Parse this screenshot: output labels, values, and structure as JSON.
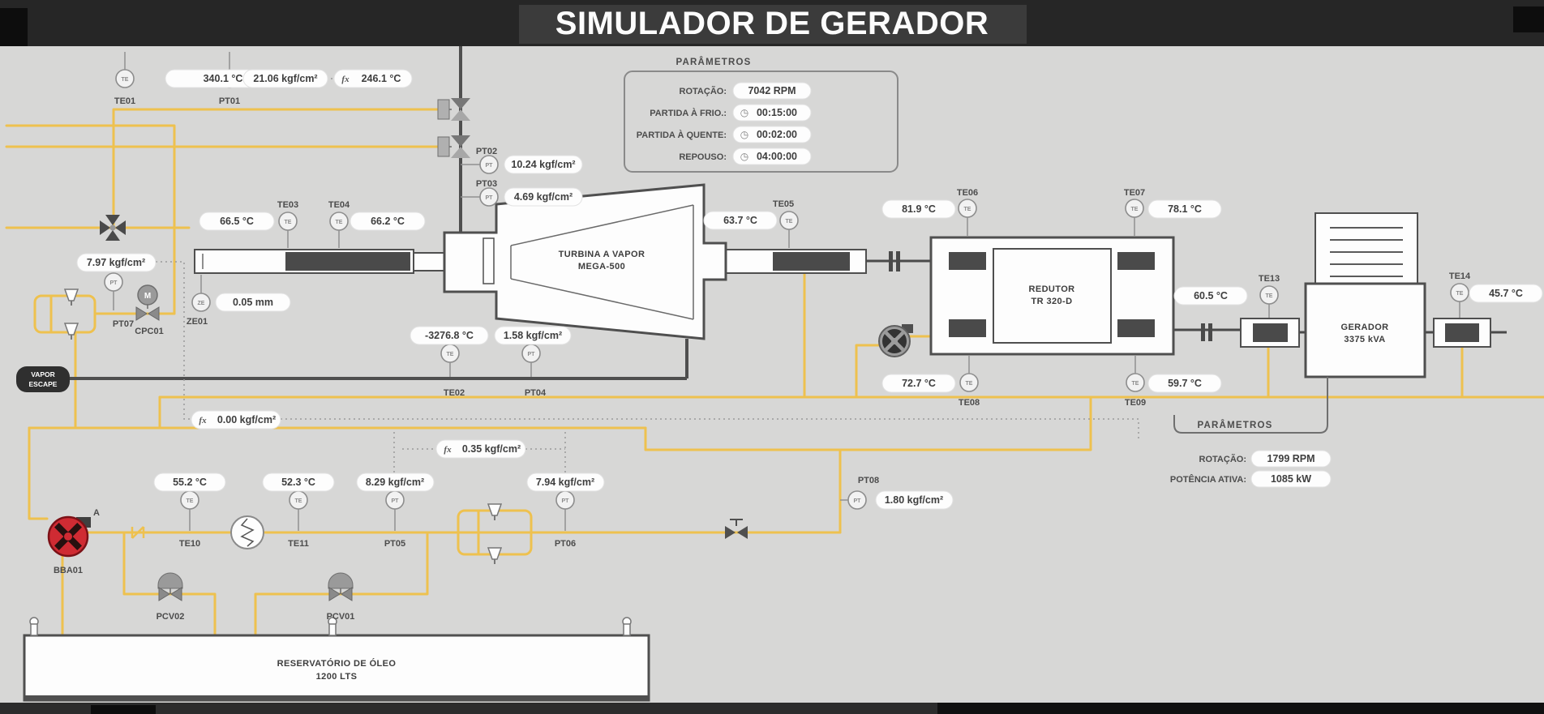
{
  "header": {
    "title": "SIMULADOR DE GERADOR"
  },
  "symbols": {
    "fx": "fx",
    "clock": "◷",
    "te": "TE",
    "pt": "PT",
    "ze": "ZE",
    "m": "M"
  },
  "parameters_top": {
    "title": "PARÂMETROS",
    "rotacao_label": "ROTAÇÃO:",
    "rotacao_value": "7042 RPM",
    "partida_fria_label": "PARTIDA À FRIO.:",
    "partida_fria_value": "00:15:00",
    "partida_quente_label": "PARTIDA À QUENTE:",
    "partida_quente_value": "00:02:00",
    "repouso_label": "REPOUSO:",
    "repouso_value": "04:00:00"
  },
  "parameters_gerador": {
    "title": "PARÂMETROS",
    "rotacao_label": "ROTAÇÃO:",
    "rotacao_value": "1799 RPM",
    "potencia_label": "POTÊNCIA ATIVA:",
    "potencia_value": "1085 kW"
  },
  "equipment": {
    "turbina_line1": "TURBINA A VAPOR",
    "turbina_line2": "MEGA-500",
    "redutor_line1": "REDUTOR",
    "redutor_line2": "TR 320-D",
    "gerador_line1": "GERADOR",
    "gerador_line2": "3375 kVA",
    "reservatorio_line1": "RESERVATÓRIO DE ÓLEO",
    "reservatorio_line2": "1200 LTS",
    "vapor_line1": "VAPOR",
    "vapor_line2": "ESCAPE",
    "bba01": "BBA01",
    "cpc01": "CPC01",
    "pcv01": "PCV01",
    "pcv02": "PCV02",
    "a_marker": "A"
  },
  "sensors": {
    "te01": {
      "tag": "TE01",
      "value": "340.1 °C"
    },
    "pt01": {
      "tag": "PT01",
      "value": "21.06 kgf/cm²"
    },
    "fx_temp": {
      "value": "246.1 °C"
    },
    "pt02": {
      "tag": "PT02",
      "value": "10.24 kgf/cm²"
    },
    "pt03": {
      "tag": "PT03",
      "value": "4.69 kgf/cm²"
    },
    "te03": {
      "tag": "TE03",
      "value": "66.5 °C"
    },
    "te04": {
      "tag": "TE04",
      "value": "66.2 °C"
    },
    "te05": {
      "tag": "TE05",
      "value": "63.7 °C"
    },
    "te06": {
      "tag": "TE06",
      "value": "81.9 °C"
    },
    "te07": {
      "tag": "TE07",
      "value": "78.1 °C"
    },
    "te02": {
      "tag": "TE02",
      "value": "-3276.8 °C"
    },
    "pt04": {
      "tag": "PT04",
      "value": "1.58 kgf/cm²"
    },
    "pt07": {
      "tag": "PT07",
      "value": "7.97 kgf/cm²"
    },
    "ze01": {
      "tag": "ZE01",
      "value": "0.05 mm"
    },
    "te08": {
      "tag": "TE08",
      "value": "72.7 °C"
    },
    "te09": {
      "tag": "TE09",
      "value": "59.7 °C"
    },
    "te13": {
      "tag": "TE13",
      "value": "60.5 °C"
    },
    "te14": {
      "tag": "TE14",
      "value": "45.7 °C"
    },
    "te10": {
      "tag": "TE10",
      "value": "55.2 °C"
    },
    "te11": {
      "tag": "TE11",
      "value": "52.3 °C"
    },
    "pt05": {
      "tag": "PT05",
      "value": "8.29 kgf/cm²"
    },
    "pt06": {
      "tag": "PT06",
      "value": "7.94 kgf/cm²"
    },
    "pt08": {
      "tag": "PT08",
      "value": "1.80 kgf/cm²"
    },
    "fx_dp1": {
      "value": "0.00 kgf/cm²"
    },
    "fx_dp2": {
      "value": "0.35 kgf/cm²"
    }
  }
}
